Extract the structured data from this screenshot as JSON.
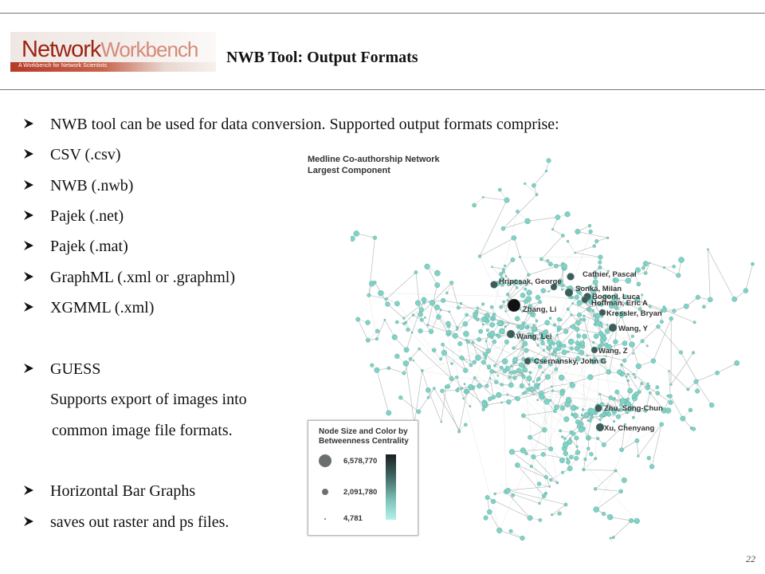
{
  "header": {
    "logo_text_1": "Network",
    "logo_text_2": "Workbench",
    "logo_tagline": "A Workbench for Network Scientists",
    "title": "NWB Tool: Output Formats"
  },
  "bullets": [
    "NWB tool can be used for data conversion. Supported output formats comprise:",
    "CSV (.csv)",
    "NWB (.nwb)",
    "Pajek (.net)",
    "Pajek (.mat)",
    "GraphML (.xml or .graphml)",
    "XGMML (.xml)",
    "GUESS",
    "Horizontal Bar Graphs",
    "saves out raster and ps files."
  ],
  "guess_description": [
    "Supports export of images into",
    "common image file formats."
  ],
  "figure": {
    "title_line1": "Medline Co-authorship Network",
    "title_line2": "Largest Component",
    "node_labels": [
      "Hripcsak, George",
      "Cathier, Pascal",
      "Sonka, Milan",
      "Bogoni, Luca",
      "Hoffman, Eric A",
      "Zhang, Li",
      "Kressler, Bryan",
      "Wang, Y",
      "Wang, Lei",
      "Wang, Z",
      "Csernansky, John G",
      "Zhu, Song-Chun",
      "Xu, Chenyang"
    ],
    "legend": {
      "title_line1": "Node Size and Color by",
      "title_line2": "Betweenness Centrality",
      "values": [
        "6,578,770",
        "2,091,780",
        "4,781"
      ]
    },
    "colors": {
      "node": "#7fd3c6",
      "hub": "#3f5c58",
      "edge": "#9aa3a2"
    }
  },
  "page_number": "22"
}
